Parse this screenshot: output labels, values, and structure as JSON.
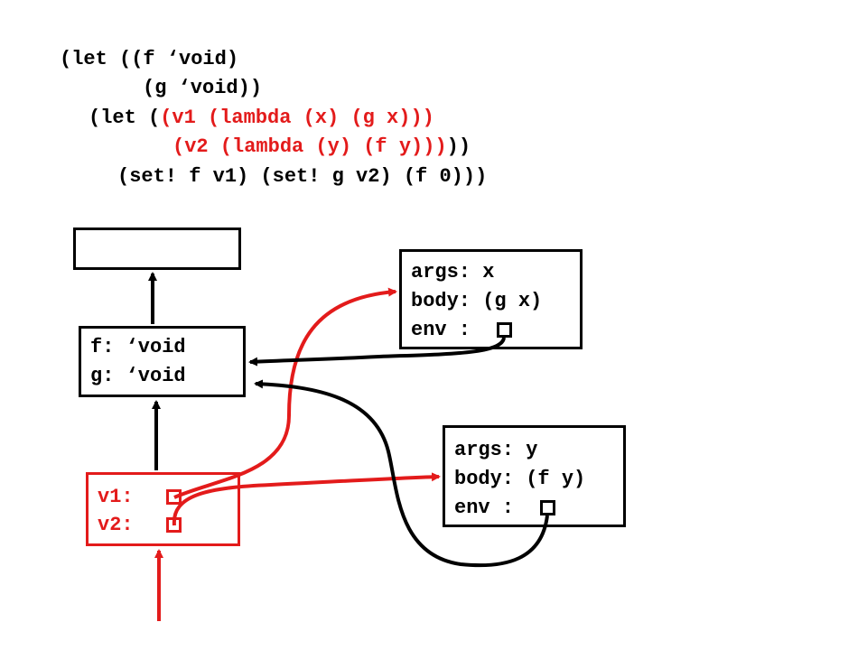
{
  "code": {
    "line1": "(let ((f ‘void)",
    "line2": "(g ‘void))",
    "line3_a": "(let (",
    "line3_b": "(v1 (lambda (x) (g x)))",
    "line4_b": "(v2 (lambda (y) (f y)))",
    "line4_c": "))",
    "line5": "(set! f v1) (set! g v2) (f 0)))"
  },
  "frames": {
    "global": {},
    "outer": {
      "row1": "f: ‘void",
      "row2": "g: ‘void"
    },
    "inner": {
      "row1": "v1:",
      "row2": "v2:"
    }
  },
  "closures": {
    "lambda_x": {
      "args": "args: x",
      "body": "body: (g x)",
      "env": "env :"
    },
    "lambda_y": {
      "args": "args: y",
      "body": "body: (f y)",
      "env": "env :"
    }
  },
  "colors": {
    "black": "#000000",
    "red": "#e31b1b"
  }
}
